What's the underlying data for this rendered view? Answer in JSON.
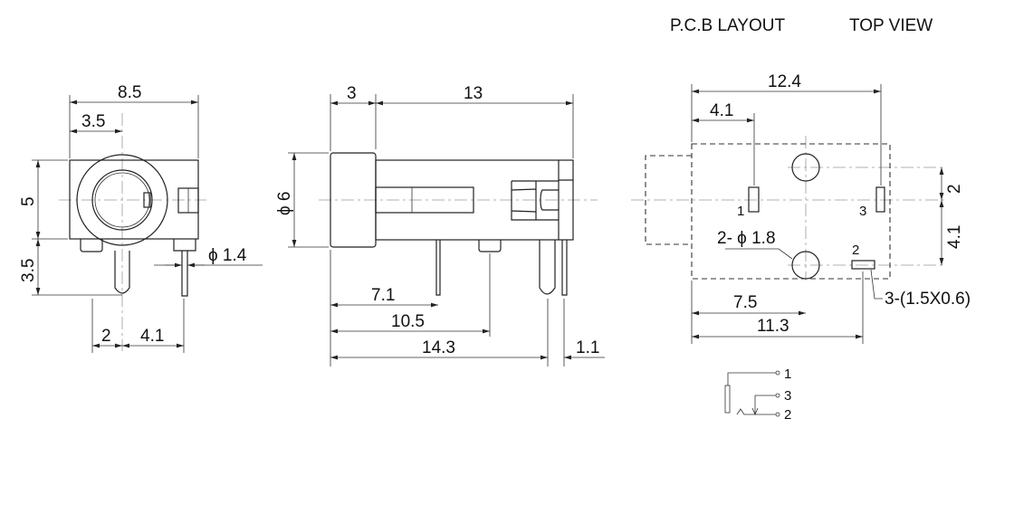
{
  "header": {
    "pcb_layout": "P.C.B LAYOUT",
    "top_view": "TOP VIEW"
  },
  "front_view": {
    "width": "8.5",
    "center_offset": "3.5",
    "height": "5",
    "pin_length": "3.5",
    "pin_pitch_left": "2",
    "pin_pitch_right": "4.1",
    "pin_diameter": "ϕ 1.4"
  },
  "side_view": {
    "nut_length": "3",
    "body_length": "13",
    "nut_diameter": "ϕ 6",
    "pin_a": "7.1",
    "pin_b": "10.5",
    "pin_c": "14.3",
    "pin_offset": "1.1"
  },
  "pcb": {
    "width": "12.4",
    "pin1_offset": "4.1",
    "hole_offset_y": "2",
    "pin_offset_y": "4.1",
    "holes": "2- ϕ 1.8",
    "hole_x": "7.5",
    "pad_x": "11.3",
    "pad_size": "3-(1.5X0.6)",
    "pin1": "1",
    "pin2": "2",
    "pin3": "3"
  },
  "schematic": {
    "pin1": "1",
    "pin3": "3",
    "pin2": "2"
  }
}
